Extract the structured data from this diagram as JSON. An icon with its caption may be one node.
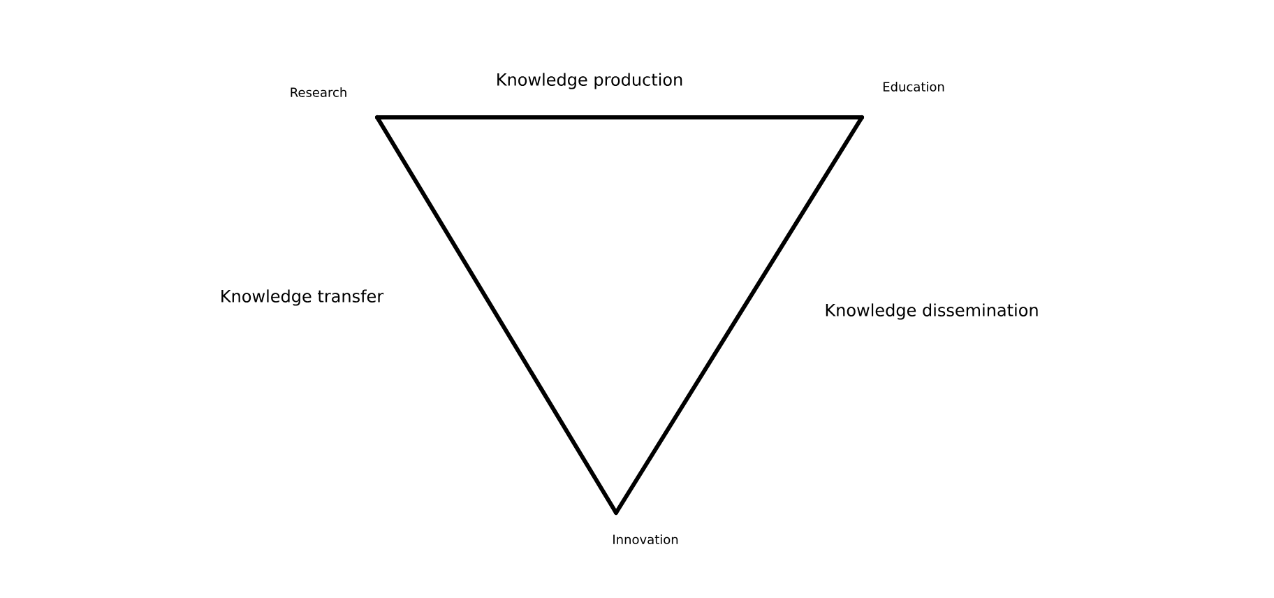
{
  "diagram": {
    "nodes": [
      {
        "text": [
          "Research"
        ]
      },
      {
        "text": [
          "Education"
        ]
      },
      {
        "text": [
          "Innovation"
        ]
      }
    ],
    "edges": [
      {
        "from": 0,
        "to": 1,
        "arrow": "none",
        "label": "Knowledge production"
      },
      {
        "from": 0,
        "to": 2,
        "arrow": "none",
        "label": "Knowledge transfer"
      },
      {
        "from": 1,
        "to": 2,
        "arrow": "none",
        "label": "Knowledge dissemination"
      }
    ]
  }
}
